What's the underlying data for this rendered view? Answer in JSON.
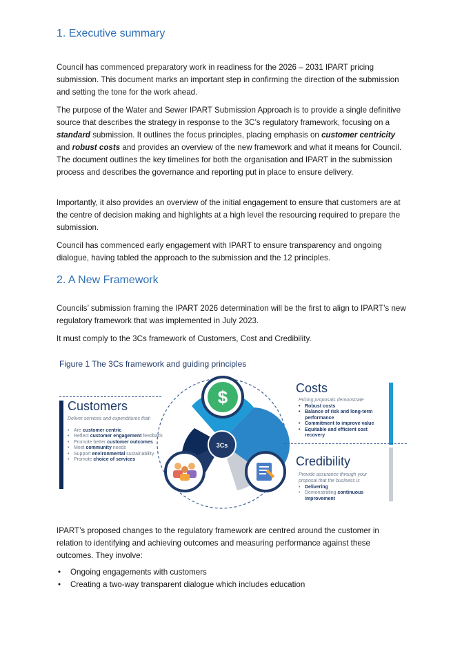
{
  "section1": {
    "heading": "1. Executive summary",
    "paragraphs": [
      [
        {
          "t": "Council has commenced preparatory work in readiness for the 2026 – 2031 IPART pricing submission. This document marks an important step in confirming the direction of the submission and setting the tone for the work ahead."
        }
      ],
      [
        {
          "t": "The purpose of the Water and Sewer IPART Submission Approach is to provide a single definitive source that describes the strategy in response to the 3C’s regulatory framework, focusing on a "
        },
        {
          "t": "standard",
          "b": true
        },
        {
          "t": " submission. It outlines the focus principles, placing emphasis on "
        },
        {
          "t": "customer centricity",
          "b": true
        },
        {
          "t": " and "
        },
        {
          "t": "robust costs",
          "b": true
        },
        {
          "t": " and provides an overview of the new framework and what it means for Council.  The document outlines the key timelines for both the organisation and IPART in the submission process and describes the governance and reporting put in place to ensure delivery."
        }
      ],
      [
        {
          "t": "Importantly, it also provides an overview of the initial engagement to ensure that customers are at the centre of decision making and highlights at a high level the resourcing required to prepare the submission."
        }
      ],
      [
        {
          "t": "Council has commenced early engagement with IPART to ensure transparency and ongoing dialogue, having tabled the approach to the submission and the 12 principles."
        }
      ]
    ]
  },
  "section2": {
    "heading": "2. A New Framework",
    "para1": "Councils’ submission framing the IPART 2026 determination will be the first to align to IPART’s new regulatory framework that was implemented in July 2023.",
    "para2": "It must comply to the 3Cs framework of Customers, Cost and Credibility.",
    "para3": "IPART’s proposed changes to the regulatory framework are centred around the customer in relation to identifying and achieving outcomes and measuring performance against these outcomes. They involve:",
    "bullets": [
      "Ongoing engagements with customers",
      "Creating a two-way transparent dialogue which includes education"
    ]
  },
  "figure": {
    "caption": "Figure 1 The 3Cs framework and guiding principles",
    "center_label": "3Cs",
    "dollar_symbol": "$",
    "colors": {
      "navy": "#1f3a68",
      "blue": "#1f9ad6",
      "light_blue": "#cfe3f2",
      "grey": "#c9ced6",
      "dark_navy": "#0d2a59"
    },
    "customers": {
      "title": "Customers",
      "subtitle": "Deliver services and expenditures that:",
      "items": [
        [
          {
            "t": "Are "
          },
          {
            "t": "customer centric",
            "b": true
          }
        ],
        [
          {
            "t": "Reflect "
          },
          {
            "t": "customer engagement",
            "b": true
          },
          {
            "t": " feedback"
          }
        ],
        [
          {
            "t": "Promote better "
          },
          {
            "t": "customer outcomes",
            "b": true
          }
        ],
        [
          {
            "t": "Meet "
          },
          {
            "t": "community",
            "b": true
          },
          {
            "t": " needs"
          }
        ],
        [
          {
            "t": "Support "
          },
          {
            "t": "environmental",
            "b": true
          },
          {
            "t": " sustainability"
          }
        ],
        [
          {
            "t": "Promote "
          },
          {
            "t": "choice of services",
            "b": true
          }
        ]
      ]
    },
    "costs": {
      "title": "Costs",
      "subtitle": "Pricing proposals demonstrate",
      "items": [
        "Robust costs",
        "Balance of risk and long-term performance",
        "Commitment to improve value",
        "Equitable and efficient cost recovery"
      ]
    },
    "credibility": {
      "title": "Credibility",
      "subtitle": "Provide assurance through your proposal that the business is",
      "items": [
        [
          {
            "t": "Delivering",
            "b": true
          }
        ],
        [
          {
            "t": "Demonstrating "
          },
          {
            "t": "continuous improvement",
            "b": true
          }
        ]
      ]
    }
  }
}
